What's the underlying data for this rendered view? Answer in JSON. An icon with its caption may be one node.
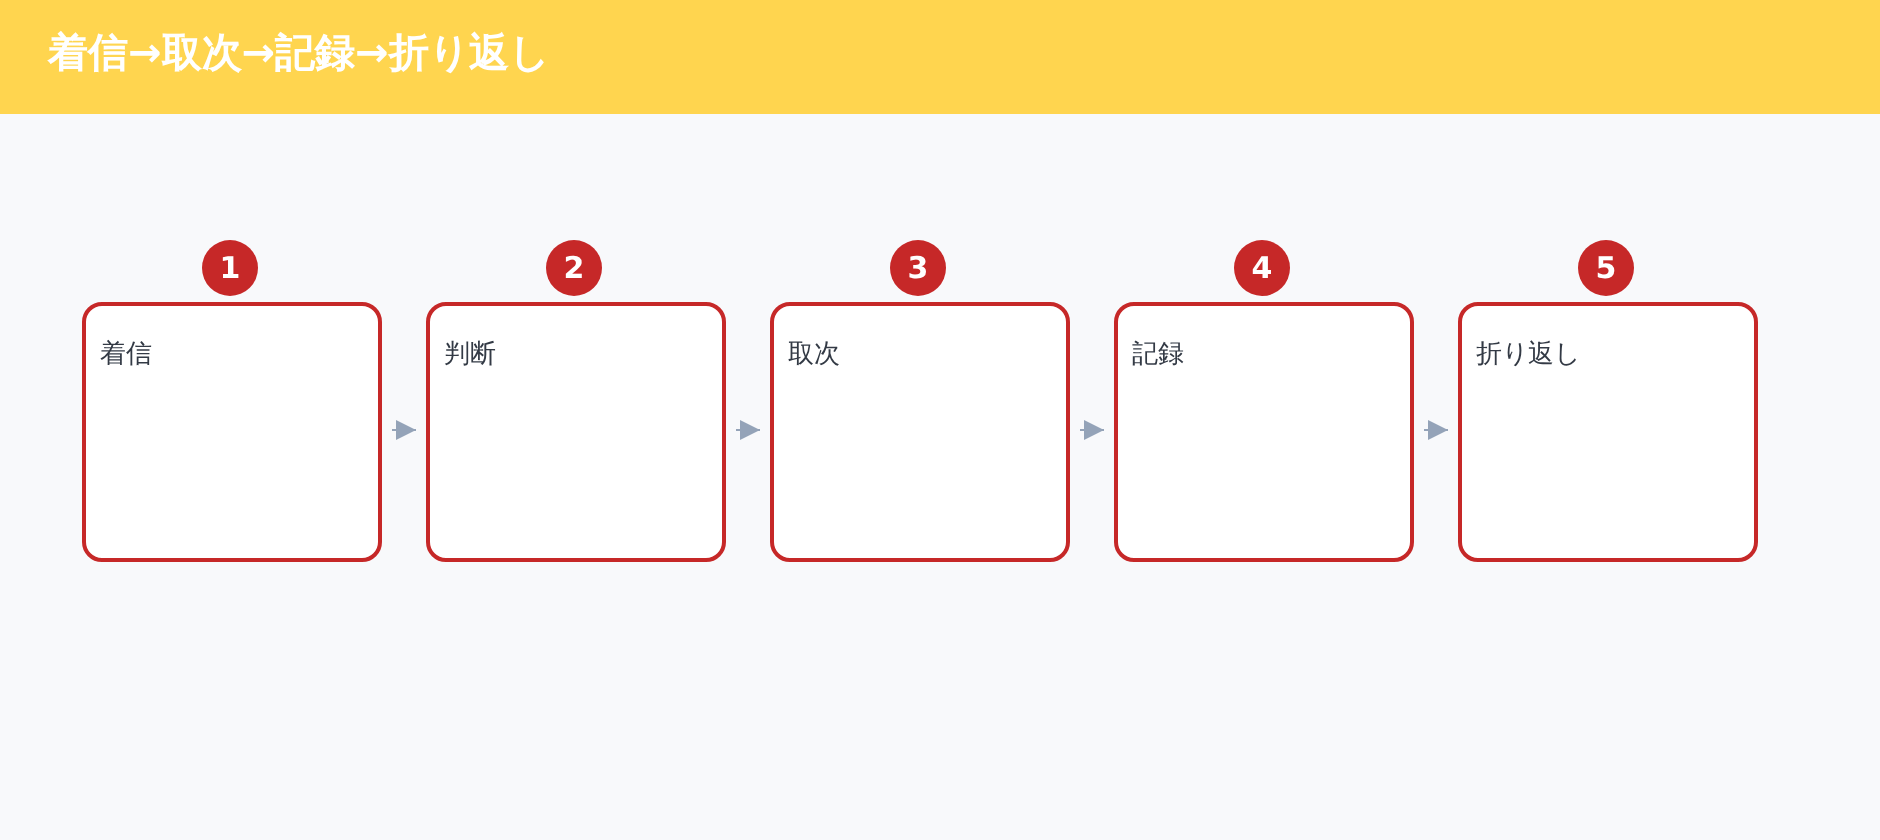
{
  "diagram": {
    "title": "着信→取次→記録→折り返し",
    "nodes": [
      {
        "text": [
          "着信"
        ],
        "beside": [
          "1"
        ]
      },
      {
        "text": [
          "判断"
        ],
        "beside": [
          "2"
        ]
      },
      {
        "text": [
          "取次"
        ],
        "beside": [
          "3"
        ]
      },
      {
        "text": [
          "記録"
        ],
        "beside": [
          "4"
        ]
      },
      {
        "text": [
          "折り返し"
        ],
        "beside": [
          "5"
        ]
      }
    ],
    "edges": [
      {
        "from": 0,
        "to": 1,
        "arrow": "to"
      },
      {
        "from": 1,
        "to": 2,
        "arrow": "to"
      },
      {
        "from": 2,
        "to": 3,
        "arrow": "to"
      },
      {
        "from": 3,
        "to": 4,
        "arrow": "to"
      }
    ]
  }
}
